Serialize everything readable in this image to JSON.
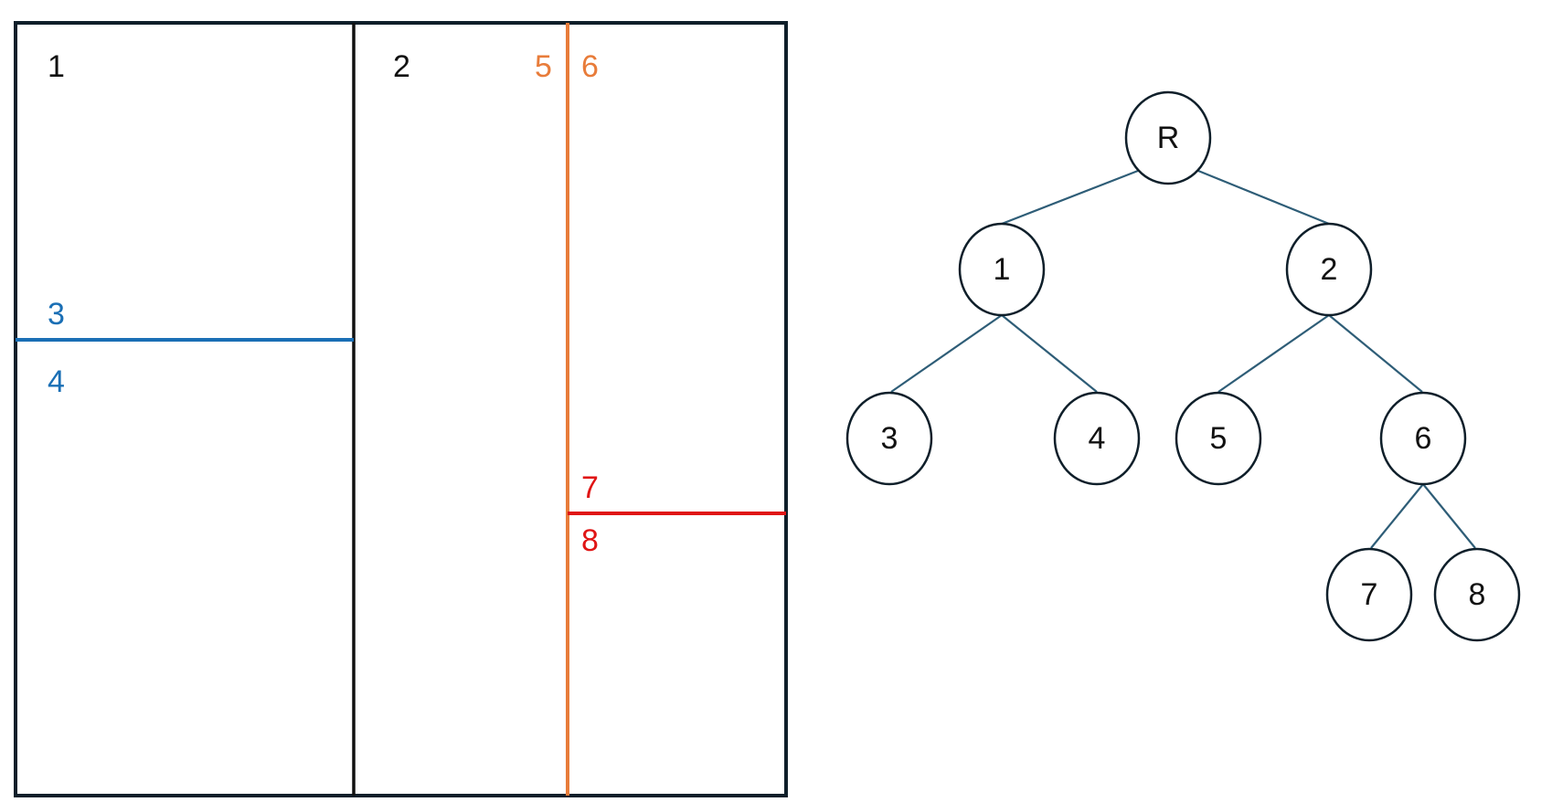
{
  "colors": {
    "frame": "#0f1f2a",
    "split_1": "#111111",
    "split_2": "#1a6fb5",
    "split_3": "#e87c3a",
    "split_4": "#e01515",
    "tree_edge": "#2e5d77"
  },
  "partition": {
    "regions": {
      "r1": "1",
      "r2": "2",
      "r3": "3",
      "r4": "4",
      "r5": "5",
      "r6": "6",
      "r7": "7",
      "r8": "8"
    }
  },
  "tree": {
    "nodes": {
      "root": "R",
      "n1": "1",
      "n2": "2",
      "n3": "3",
      "n4": "4",
      "n5": "5",
      "n6": "6",
      "n7": "7",
      "n8": "8"
    }
  }
}
